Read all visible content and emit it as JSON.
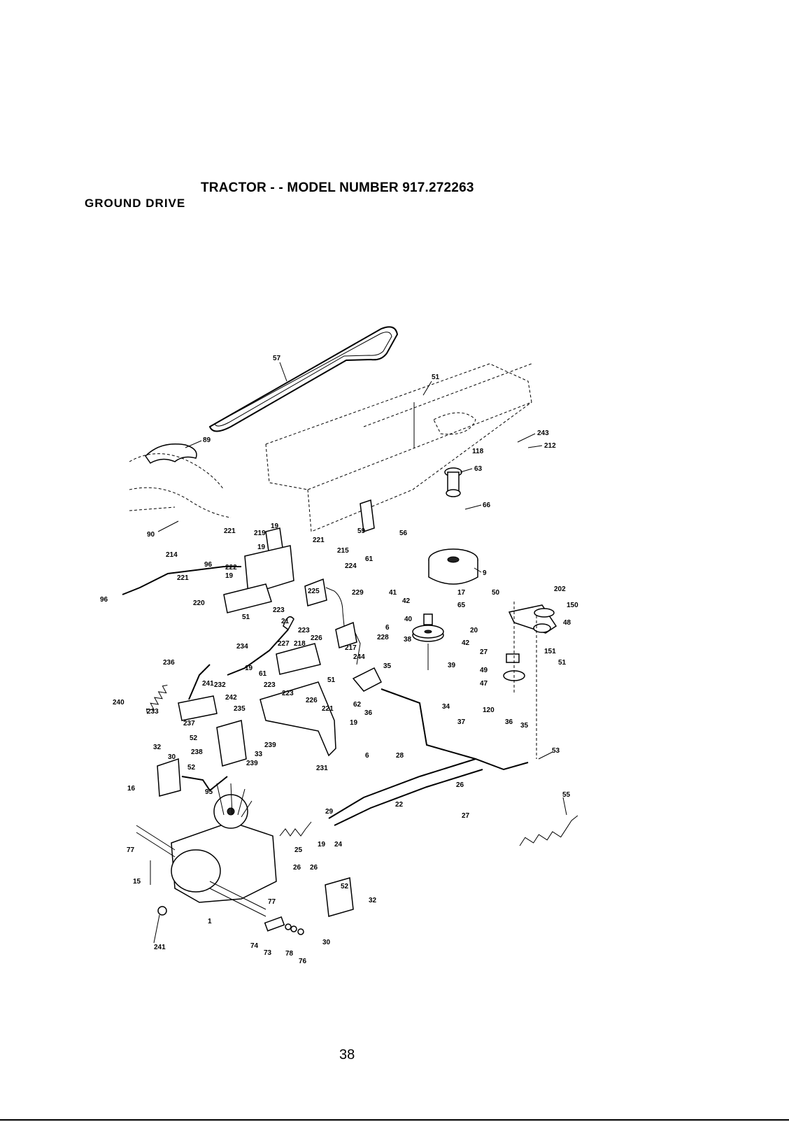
{
  "header": {
    "title": "TRACTOR - - MODEL NUMBER 917.272263",
    "section": "GROUND DRIVE"
  },
  "footer": {
    "page_number": "38"
  },
  "callouts": [
    "57",
    "51",
    "89",
    "243",
    "212",
    "118",
    "63",
    "66",
    "90",
    "221",
    "219",
    "19",
    "19",
    "221",
    "59",
    "56",
    "61",
    "214",
    "96",
    "222",
    "19",
    "215",
    "224",
    "9",
    "221",
    "220",
    "225",
    "229",
    "41",
    "42",
    "17",
    "65",
    "50",
    "202",
    "150",
    "96",
    "51",
    "223",
    "6",
    "228",
    "40",
    "20",
    "48",
    "21",
    "223",
    "226",
    "38",
    "42",
    "27",
    "151",
    "51",
    "234",
    "227",
    "218",
    "217",
    "244",
    "35",
    "39",
    "49",
    "47",
    "236",
    "19",
    "61",
    "241",
    "232",
    "223",
    "51",
    "242",
    "223",
    "226",
    "62",
    "36",
    "120",
    "240",
    "233",
    "235",
    "221",
    "19",
    "34",
    "36",
    "35",
    "237",
    "52",
    "37",
    "239",
    "6",
    "53",
    "32",
    "238",
    "33",
    "30",
    "239",
    "231",
    "28",
    "52",
    "16",
    "26",
    "95",
    "55",
    "29",
    "22",
    "27",
    "77",
    "24",
    "25",
    "19",
    "26",
    "26",
    "15",
    "52",
    "32",
    "77",
    "1",
    "74",
    "73",
    "30",
    "78",
    "76",
    "241"
  ]
}
